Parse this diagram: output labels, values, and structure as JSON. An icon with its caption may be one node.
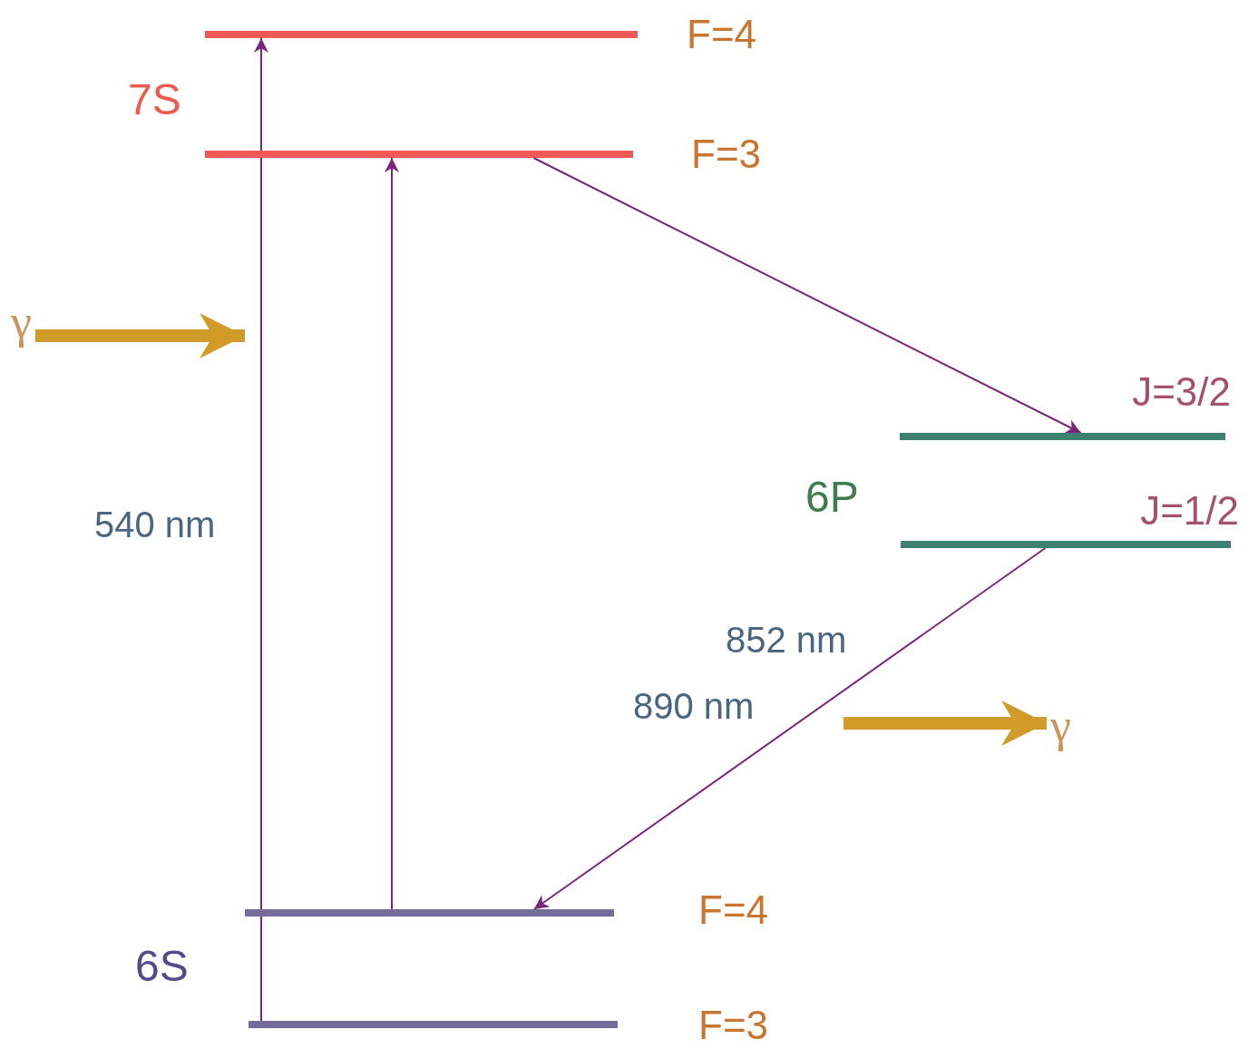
{
  "diagram": {
    "nodes": [
      {
        "text": [],
        "shape": "bar",
        "beside": [
          "F=4"
        ]
      },
      {
        "text": [],
        "shape": "bar",
        "beside": [
          "F=3"
        ]
      },
      {
        "text": [],
        "shape": "bar",
        "beside": [
          "J=3/2"
        ]
      },
      {
        "text": [],
        "shape": "bar",
        "beside": [
          "J=1/2"
        ]
      },
      {
        "text": [],
        "shape": "bar",
        "beside": [
          "F=4"
        ]
      },
      {
        "text": [],
        "shape": "bar",
        "beside": [
          "F=3"
        ]
      },
      {
        "text": [
          "γ"
        ]
      },
      {
        "text": [
          "γ"
        ]
      }
    ],
    "edges": [
      {
        "from": 5,
        "to": 0,
        "arrow": "to",
        "label": "540 nm"
      },
      {
        "from": 4,
        "to": 1,
        "arrow": "to"
      },
      {
        "from": 1,
        "to": 2,
        "arrow": "to"
      },
      {
        "from": 3,
        "to": 4,
        "arrow": "to"
      },
      {
        "from": 6,
        "to": null,
        "arrow": "to",
        "style": "thick",
        "color": "#d19b2a"
      },
      {
        "from": null,
        "to": 7,
        "arrow": "to",
        "style": "thick",
        "color": "#d19b2a"
      }
    ],
    "labels": [
      "7S",
      "6P",
      "852 nm",
      "890 nm",
      "6S"
    ]
  }
}
